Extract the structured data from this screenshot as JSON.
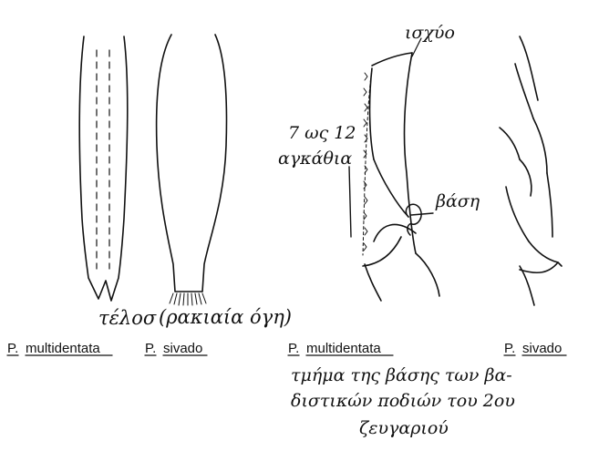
{
  "figures": {
    "left": {
      "label_end": "τέλοσ",
      "label_spines": "(ρακιαία όγη)",
      "species": [
        {
          "prefix": "P.",
          "name": "multidentata"
        },
        {
          "prefix": "P.",
          "name": "sivado"
        }
      ]
    },
    "right": {
      "label_ischium": "ισχύο",
      "label_range": "7 ως 12",
      "label_spines": "αγκάθια",
      "label_basis": "βάση",
      "species": [
        {
          "prefix": "P.",
          "name": "multidentata"
        },
        {
          "prefix": "P.",
          "name": "sivado"
        }
      ],
      "caption_lines": [
        "τμήμα της βάσης των βα-",
        "διστικών ποδιών του 2ου",
        "ζευγαριού"
      ]
    }
  }
}
